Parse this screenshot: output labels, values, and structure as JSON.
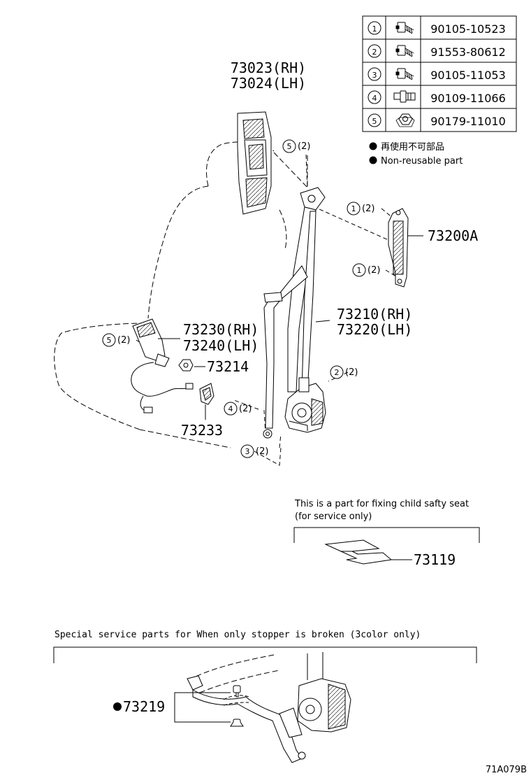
{
  "legend": {
    "rows": [
      {
        "idx": "1",
        "part": "90105-10523",
        "icon": "flange-bolt-icon"
      },
      {
        "idx": "2",
        "part": "91553-80612",
        "icon": "flange-bolt-icon"
      },
      {
        "idx": "3",
        "part": "90105-11053",
        "icon": "flange-bolt-icon"
      },
      {
        "idx": "4",
        "part": "90109-11066",
        "icon": "shoulder-bolt-icon"
      },
      {
        "idx": "5",
        "part": "90179-11010",
        "icon": "hex-nut-icon"
      }
    ],
    "note_jp": "再使用不可部品",
    "note_en": "Non-reusable part"
  },
  "parts": {
    "p73023": "73023(RH)",
    "p73024": "73024(LH)",
    "p73200A": "73200A",
    "p73210": "73210(RH)",
    "p73220": "73220(LH)",
    "p73230": "73230(RH)",
    "p73240": "73240(LH)",
    "p73214": "73214",
    "p73233": "73233",
    "p73119": "73119",
    "p73219": "73219"
  },
  "callouts": {
    "c5a": {
      "num": "5",
      "qty": "(2)"
    },
    "c1a": {
      "num": "1",
      "qty": "(2)"
    },
    "c1b": {
      "num": "1",
      "qty": "(2)"
    },
    "c5b": {
      "num": "5",
      "qty": "(2)"
    },
    "c2": {
      "num": "2",
      "qty": "(2)"
    },
    "c4": {
      "num": "4",
      "qty": "(2)"
    },
    "c3": {
      "num": "3",
      "qty": "(2)"
    }
  },
  "notes": {
    "child_seat_line1": "This is a part for fixing child safty seat",
    "child_seat_line2": "(for service only)",
    "special_service": "Special  service  parts  for  When  only  stopper  is  broken  (3color  only)"
  },
  "diagram_id": "71A079B"
}
